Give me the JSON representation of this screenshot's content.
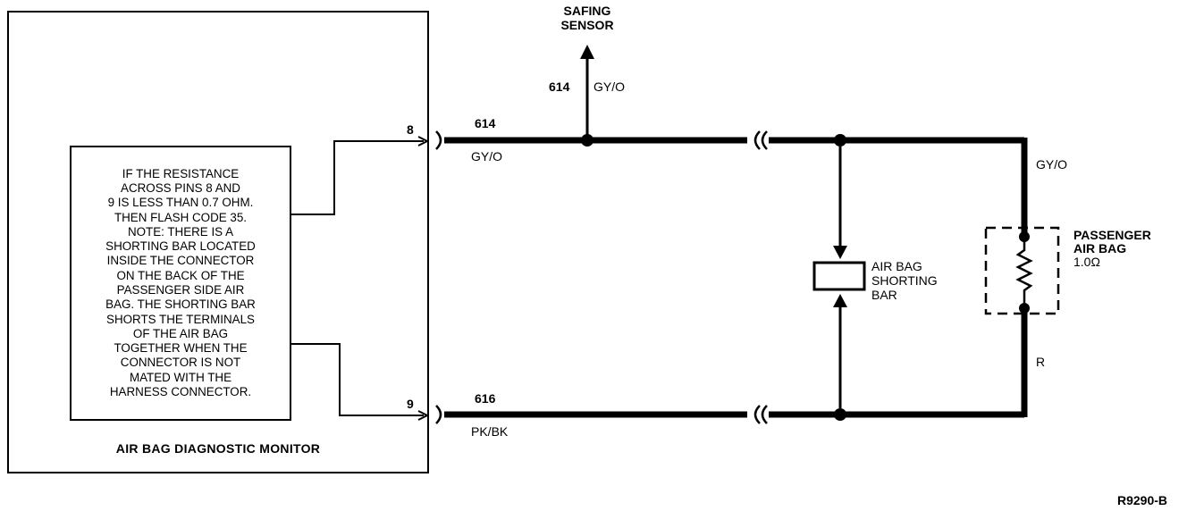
{
  "monitor": {
    "title": "AIR BAG DIAGNOSTIC MONITOR",
    "note_lines": [
      "IF THE RESISTANCE",
      "ACROSS PINS 8 AND",
      "9 IS LESS THAN 0.7 OHM.",
      "THEN FLASH CODE 35.",
      "NOTE: THERE IS A",
      "SHORTING BAR LOCATED",
      "INSIDE THE CONNECTOR",
      "ON THE BACK OF THE",
      "PASSENGER SIDE AIR",
      "BAG. THE SHORTING BAR",
      "SHORTS THE TERMINALS",
      "OF THE AIR BAG",
      "TOGETHER WHEN THE",
      "CONNECTOR IS NOT",
      "MATED WITH THE",
      "HARNESS CONNECTOR."
    ],
    "pin_top": "8",
    "pin_bottom": "9"
  },
  "wires": {
    "top_circuit": "614",
    "top_color": "GY/O",
    "bottom_circuit": "616",
    "bottom_color": "PK/BK",
    "safing_circuit": "614",
    "safing_color": "GY/O",
    "right_top_color": "GY/O",
    "right_bottom_color": "R"
  },
  "safing_sensor": {
    "line1": "SAFING",
    "line2": "SENSOR"
  },
  "shorting_bar": {
    "line1": "AIR BAG",
    "line2": "SHORTING",
    "line3": "BAR"
  },
  "passenger_airbag": {
    "line1": "PASSENGER",
    "line2": "AIR BAG",
    "resistance": "1.0Ω"
  },
  "figure_id": "R9290-B"
}
